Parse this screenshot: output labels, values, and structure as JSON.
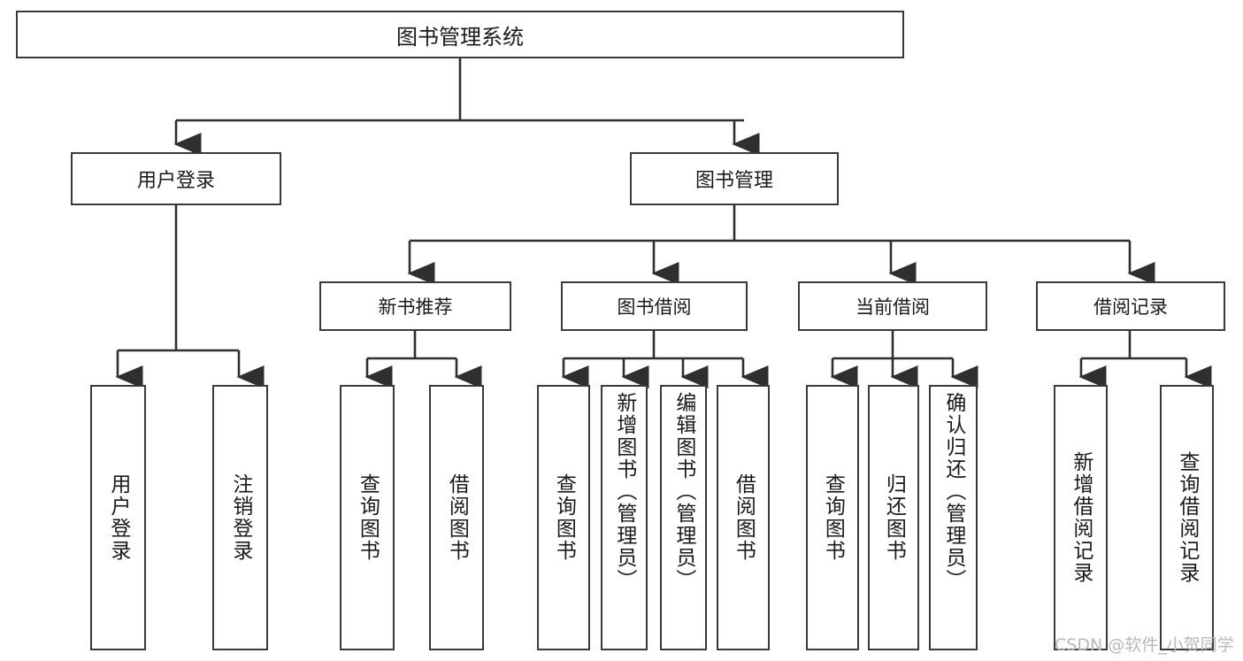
{
  "diagram": {
    "type": "tree",
    "title": "图书管理系统",
    "root": {
      "label": "图书管理系统"
    },
    "level2": [
      {
        "label": "用户登录"
      },
      {
        "label": "图书管理"
      }
    ],
    "level3": [
      {
        "label": "新书推荐"
      },
      {
        "label": "图书借阅"
      },
      {
        "label": "当前借阅"
      },
      {
        "label": "借阅记录"
      }
    ],
    "leaves": {
      "user_login": [
        {
          "label": "用户登录"
        },
        {
          "label": "注销登录"
        }
      ],
      "new_book": [
        {
          "label": "查询图书"
        },
        {
          "label": "借阅图书"
        }
      ],
      "book_borrow": [
        {
          "label": "查询图书"
        },
        {
          "label": "新增图书（管理员）"
        },
        {
          "label": "编辑图书（管理员）"
        },
        {
          "label": "借阅图书"
        }
      ],
      "current_borrow": [
        {
          "label": "查询图书"
        },
        {
          "label": "归还图书"
        },
        {
          "label": "确认归还（管理员）"
        }
      ],
      "borrow_record": [
        {
          "label": "新增借阅记录"
        },
        {
          "label": "查询借阅记录"
        }
      ]
    }
  },
  "watermark": {
    "text": "CSDN @软件_小贺同学"
  },
  "colors": {
    "box_border": "#3a3a3a",
    "box_fill": "#ffffff",
    "line": "#2f2f2f",
    "text": "#1a1a1a",
    "watermark": "#b9b9b9"
  }
}
